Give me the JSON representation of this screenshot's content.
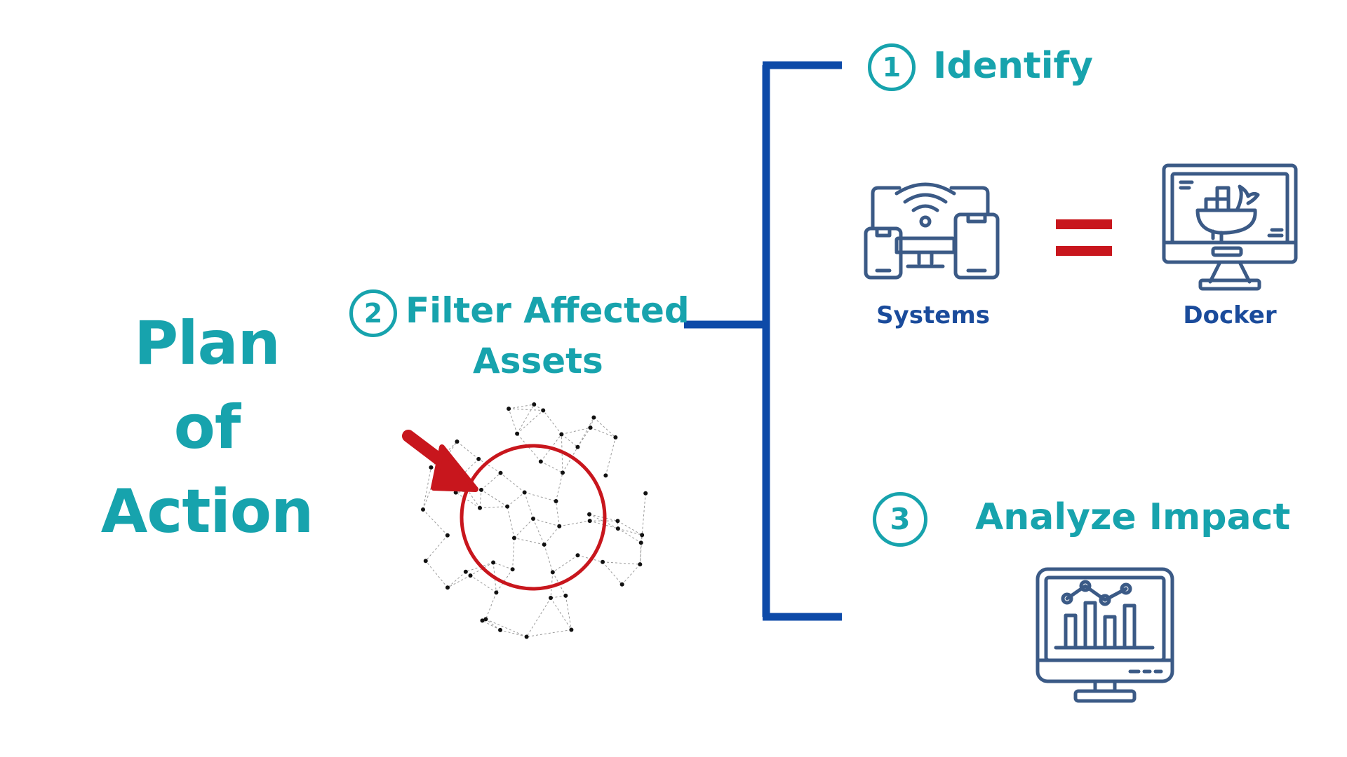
{
  "title": {
    "line1": "Plan of",
    "line2": "Action"
  },
  "steps": [
    {
      "number": "1",
      "label": "Identify"
    },
    {
      "number": "2",
      "label_line1": "Filter Affected",
      "label_line2": "Assets"
    },
    {
      "number": "3",
      "label": "Analyze Impact"
    }
  ],
  "identify": {
    "left_caption": "Systems",
    "right_caption": "Docker",
    "relation": "="
  },
  "icons": {
    "systems": "devices-wifi-icon",
    "docker": "docker-monitor-icon",
    "analytics": "analytics-monitor-icon",
    "network": "network-sphere-icon",
    "pointer": "red-arrow-icon"
  },
  "colors": {
    "heading": "#17a3ad",
    "caption": "#1a4b9b",
    "bracket": "#0d4aa8",
    "icon_stroke": "#3b5a86",
    "highlight": "#c8161d"
  }
}
